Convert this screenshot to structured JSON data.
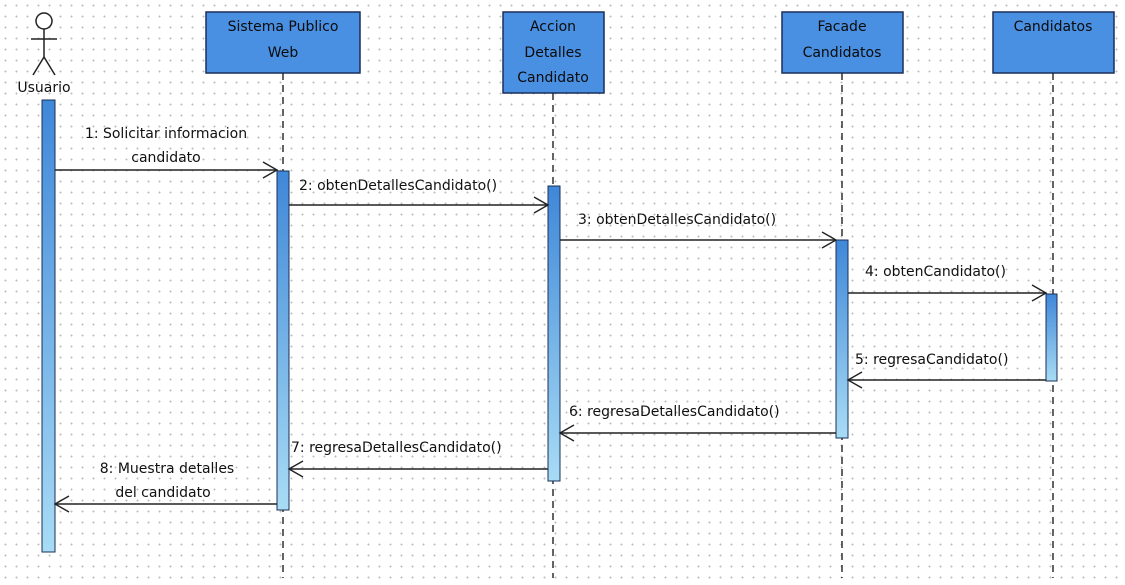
{
  "diagram": {
    "type": "sequence",
    "actor": {
      "name": "Usuario"
    },
    "participants": [
      {
        "id": "sistema",
        "lines": [
          "Sistema Publico",
          "Web"
        ]
      },
      {
        "id": "accion",
        "lines": [
          "Accion",
          "Detalles",
          "Candidato"
        ]
      },
      {
        "id": "facade",
        "lines": [
          "Facade",
          "Candidatos"
        ]
      },
      {
        "id": "candidatos",
        "lines": [
          "Candidatos"
        ]
      }
    ],
    "messages": [
      {
        "label_lines": [
          "1: Solicitar informacion",
          "candidato"
        ]
      },
      {
        "label_lines": [
          "2: obtenDetallesCandidato()"
        ]
      },
      {
        "label_lines": [
          "3: obtenDetallesCandidato()"
        ]
      },
      {
        "label_lines": [
          "4: obtenCandidato()"
        ]
      },
      {
        "label_lines": [
          "5: regresaCandidato()"
        ]
      },
      {
        "label_lines": [
          "6: regresaDetallesCandidato()"
        ]
      },
      {
        "label_lines": [
          "7: regresaDetallesCandidato()"
        ]
      },
      {
        "label_lines": [
          "8: Muestra detalles",
          "del candidato"
        ]
      }
    ],
    "colors": {
      "header_fill": "#4a90e2",
      "header_border": "#1a2f5a",
      "activation_top": "#3f87d8",
      "activation_bottom": "#a8dcf5",
      "line": "#222222"
    }
  }
}
